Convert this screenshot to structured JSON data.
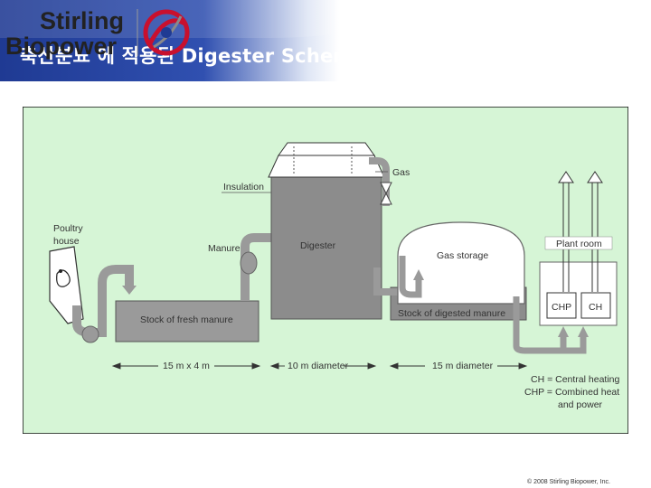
{
  "slide": {
    "title": "축산분뇨 에 적용된 Digester Schematic",
    "logo_line1": "Stirling",
    "logo_line2": "Biopower",
    "copyright": "© 2008 Stirling Biopower, Inc."
  },
  "diagram": {
    "labels": {
      "gas": "Gas",
      "insulation": "Insulation",
      "poultry": "Poultry",
      "house": "house",
      "manure": "Manure",
      "digester": "Digester",
      "gas_storage": "Gas storage",
      "plant_room": "Plant room",
      "chp": "CHP",
      "ch": "CH",
      "stock_fresh": "Stock of fresh manure",
      "stock_digested": "Stock of digested manure",
      "dim_left": "15 m x 4 m",
      "dim_mid": "10 m diameter",
      "dim_right": "15 m diameter",
      "legend_1": "CH = Central heating",
      "legend_2": "CHP = Combined heat",
      "legend_3": "and power"
    }
  },
  "colors": {
    "header_blue": "#1f3a93",
    "diagram_bg": "#d6f5d6",
    "pipe_gray": "#9a9a9a",
    "tank_gray": "#8c8c8c",
    "logo_red": "#c8102e"
  }
}
